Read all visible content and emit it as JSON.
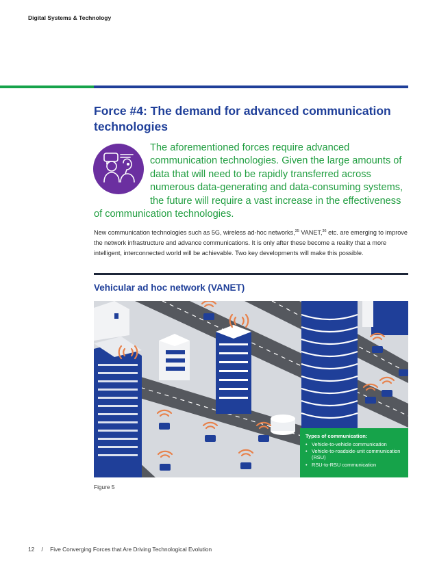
{
  "header": {
    "label": "Digital Systems & Technology"
  },
  "section": {
    "title": "Force #4: The demand for advanced communication technologies",
    "lead": "The aforementioned forces require advanced communication technologies. Given the large amounts of data that will need to be rapidly transferred across numerous data-generating and data-consuming systems, the future will require a vast increase in the effectiveness of communication technologies.",
    "icon": "people-communication-icon",
    "body_part1": "New communication technologies such as 5G, wireless ad-hoc networks,",
    "ref1": "35",
    "body_part2": " VANET,",
    "ref2": "36",
    "body_part3": " etc. are emerging to improve the network infrastructure and advance communications. It is only after these become a reality that a more intelligent, interconnected world will be achievable. Two key developments will make this possible."
  },
  "figure": {
    "title": "Vehicular ad hoc network (VANET)",
    "legend_title": "Types of communication:",
    "legend_items": [
      "Vehicle-to-vehicle communication",
      "Vehicle-to-roadside-unit communication (RSU)",
      "RSU-to-RSU communication"
    ],
    "caption": "Figure 5"
  },
  "footer": {
    "page_number": "12",
    "separator": "/",
    "doc_title": "Five Converging Forces that Are Driving Technological Evolution"
  },
  "colors": {
    "brand_blue": "#1f3f99",
    "brand_green": "#16a34a",
    "icon_purple": "#6b2fa0",
    "signal_orange": "#e8814a"
  }
}
